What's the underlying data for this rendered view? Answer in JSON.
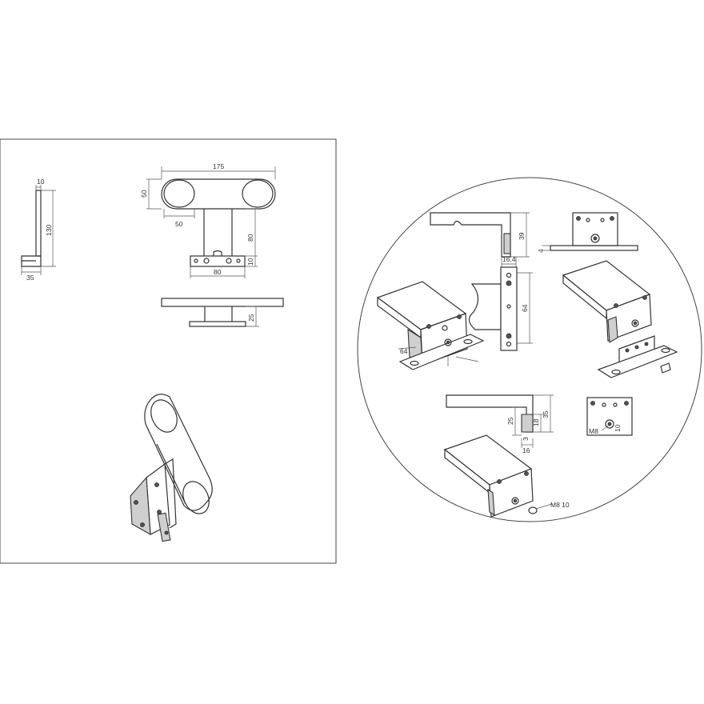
{
  "dimensions": {
    "side_top_thickness": "10",
    "side_height": "130",
    "side_foot_width": "35",
    "plate_length": "175",
    "plate_height": "50",
    "pad_diameter": "50",
    "post_height": "80",
    "base_thickness": "10",
    "base_width": "80",
    "front_height": "25",
    "bracket_height": "39",
    "bracket_width": "16,4",
    "plate_thickness": "4",
    "hole_spacing": "64",
    "iso_dim": "64",
    "profile_depth_25": "25",
    "profile_depth_18": "18",
    "profile_depth_35": "35",
    "profile_slot": "3",
    "profile_width": "16",
    "bolt_thread": "M8",
    "bolt_length": "10",
    "bolt_label": "M8 10"
  },
  "colors": {
    "line": "#333333",
    "shade": "#cfcfcf",
    "border": "#444444"
  }
}
